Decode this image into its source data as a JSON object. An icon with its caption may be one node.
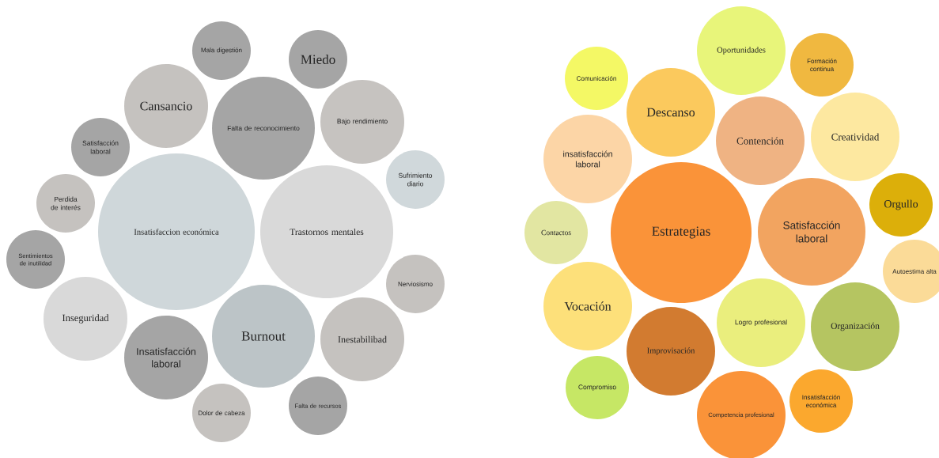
{
  "diagram": {
    "nodes": [
      {
        "text": [
          "Mala digestión"
        ]
      },
      {
        "text": [
          "Miedo"
        ]
      },
      {
        "text": [
          "Cansancio"
        ]
      },
      {
        "text": [
          "Falta de reconocimiento"
        ]
      },
      {
        "text": [
          "Bajo rendimiento"
        ]
      },
      {
        "text": [
          "Satisfacción laboral"
        ]
      },
      {
        "text": [
          "Sufrimiento diario"
        ]
      },
      {
        "text": [
          "Perdida de interés"
        ]
      },
      {
        "text": [
          "Insatisfaccion económica"
        ]
      },
      {
        "text": [
          "Trastornos mentales"
        ]
      },
      {
        "text": [
          "Sentimientos de inutilidad"
        ]
      },
      {
        "text": [
          "Nerviosismo"
        ]
      },
      {
        "text": [
          "Inseguridad"
        ]
      },
      {
        "text": [
          "Burnout"
        ]
      },
      {
        "text": [
          "Inestabilibad"
        ]
      },
      {
        "text": [
          "Insatisfacción laboral"
        ]
      },
      {
        "text": [
          "Dolor de cabeza"
        ]
      },
      {
        "text": [
          "Falta de recursos"
        ]
      },
      {
        "text": [
          "Oportunidades"
        ]
      },
      {
        "text": [
          "Formación continua"
        ]
      },
      {
        "text": [
          "Comunicación"
        ]
      },
      {
        "text": [
          "Descanso"
        ]
      },
      {
        "text": [
          "Contención"
        ]
      },
      {
        "text": [
          "Creatividad"
        ]
      },
      {
        "text": [
          "insatisfacción laboral"
        ]
      },
      {
        "text": [
          "Orgullo"
        ]
      },
      {
        "text": [
          "Contactos"
        ]
      },
      {
        "text": [
          "Estrategias"
        ]
      },
      {
        "text": [
          "Satisfacción laboral"
        ]
      },
      {
        "text": [
          "Autoestima alta"
        ]
      },
      {
        "text": [
          "Vocación"
        ]
      },
      {
        "text": [
          "Logro profesional"
        ]
      },
      {
        "text": [
          "Organización"
        ]
      },
      {
        "text": [
          "Improvisación"
        ]
      },
      {
        "text": [
          "Compromiso"
        ]
      },
      {
        "text": [
          "Insatisfacción económica"
        ]
      },
      {
        "text": [
          "Competencia profesional"
        ]
      }
    ]
  }
}
